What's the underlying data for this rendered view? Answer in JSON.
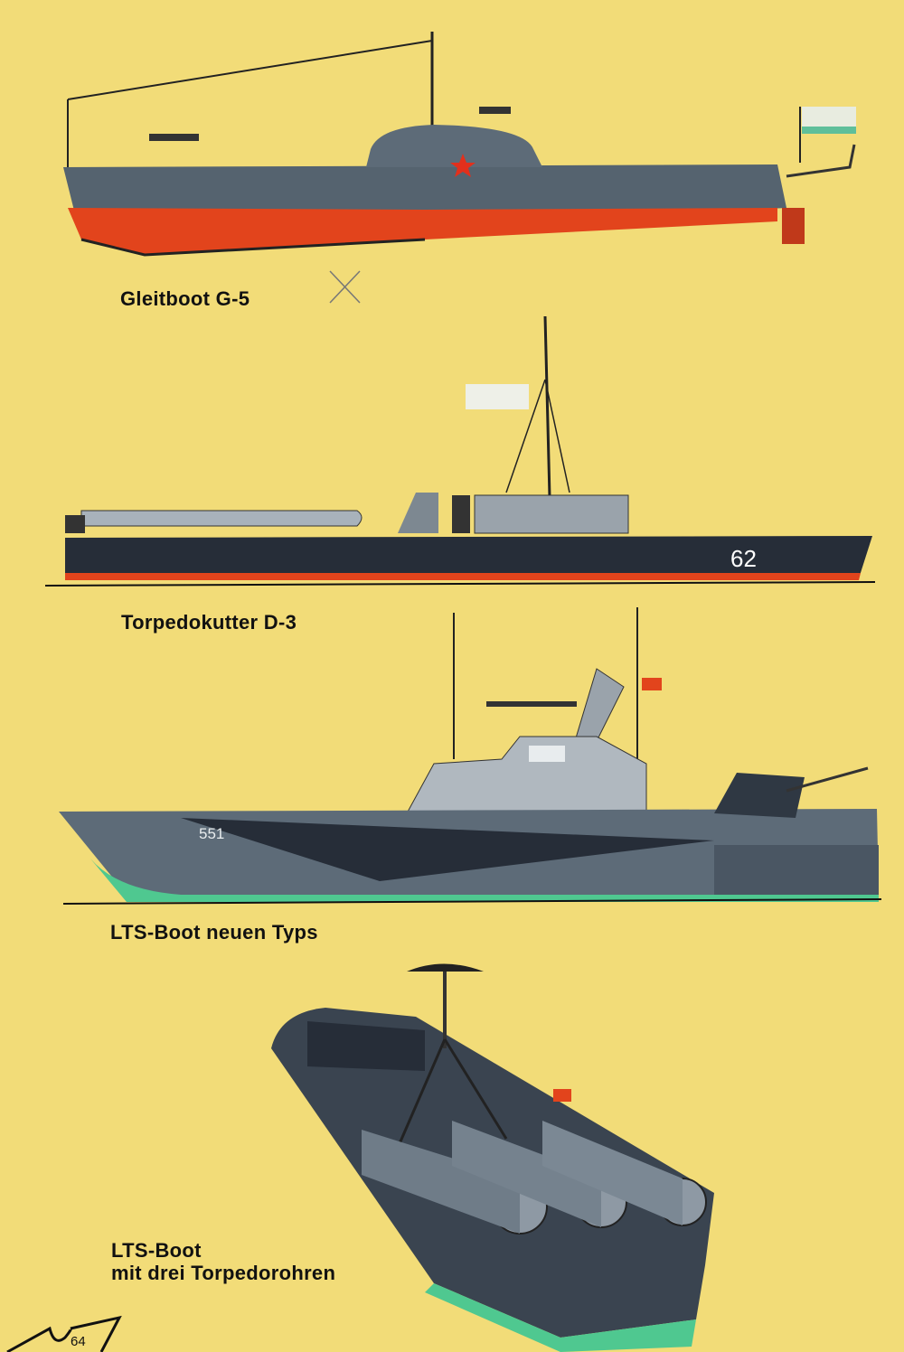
{
  "captions": {
    "g5": "Gleitboot G-5",
    "d3": "Torpedokutter D-3",
    "lts_new": "LTS-Boot neuen Typs",
    "lts_three_line1": "LTS-Boot",
    "lts_three_line2": "mit drei Torpedorohren"
  },
  "hull_numbers": {
    "d3": "62",
    "lts_new": "551"
  },
  "page_number": "64",
  "colors": {
    "page": "#f2dc78",
    "hull_grey": "#4f5d6b",
    "hull_red": "#e2441c",
    "hull_green": "#4fc890",
    "dark": "#262d38"
  }
}
